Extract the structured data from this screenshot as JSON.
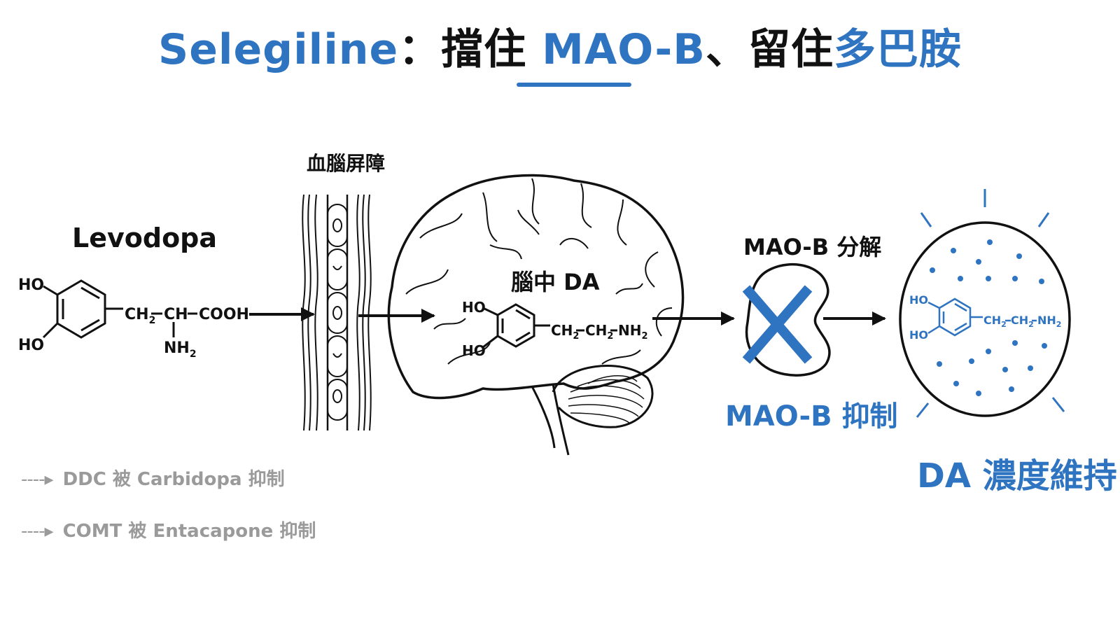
{
  "title": {
    "part1": "Selegiline",
    "part2": "：擋住 ",
    "part3": "MAO-B",
    "part4": "、留住",
    "part5": "多巴胺"
  },
  "labels": {
    "levodopa": "Levodopa",
    "blood_brain_barrier": "血腦屏障",
    "brain_da": "腦中 DA",
    "maob_breakdown": "MAO-B 分解",
    "maob_inhibition": "MAO-B 抑制",
    "da_maintained": "DA 濃度維持"
  },
  "levodopa_structure": {
    "ho_top": "HO",
    "ho_bottom": "HO",
    "ch2": "CH",
    "ch": "CH",
    "cooh": "COOH",
    "nh2": "NH",
    "sub2": "2"
  },
  "dopamine_structure": {
    "ho_top": "HO",
    "ho_bottom": "HO",
    "ch2": "CH",
    "nh2": "NH",
    "sub2": "2"
  },
  "notes": [
    {
      "arrow": "----▸",
      "text": "DDC 被 Carbidopa 抑制"
    },
    {
      "arrow": "----▸",
      "text": "COMT 被 Entacapone 抑制"
    }
  ],
  "colors": {
    "accent_blue": "#2f74c0",
    "note_gray": "#9a9a9a",
    "ink": "#111111"
  }
}
